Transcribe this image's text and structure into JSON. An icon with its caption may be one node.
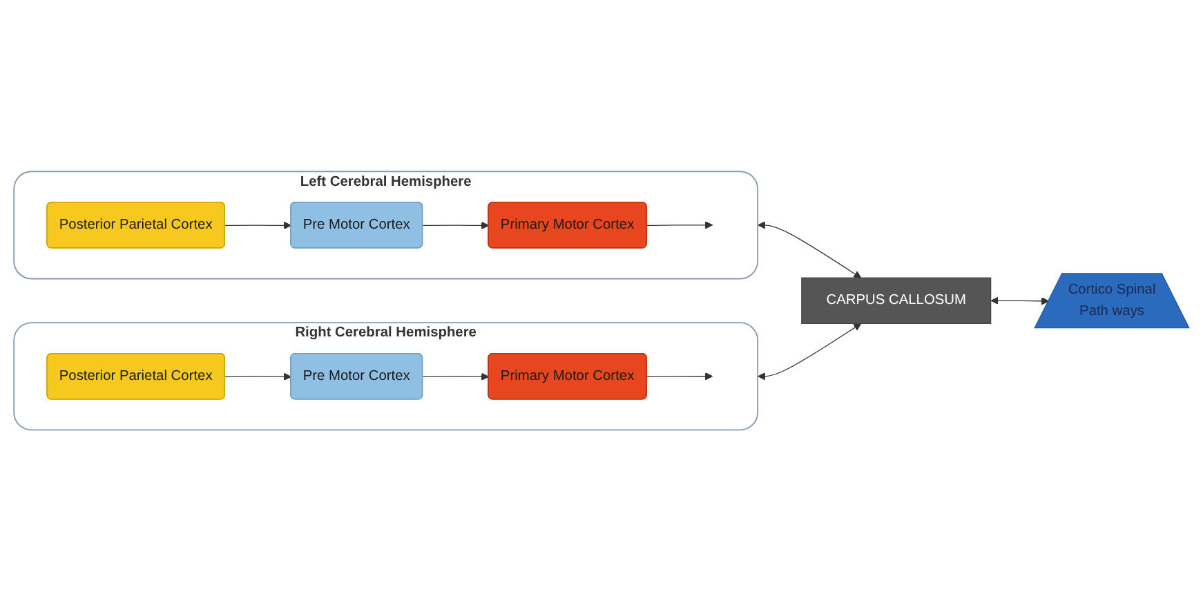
{
  "diagram": {
    "nodes": [
      {
        "text": [
          "Left Cerebral Hemisphere"
        ]
      },
      {
        "text": [
          "Posterior Parietal Cortex"
        ],
        "in": 0
      },
      {
        "text": [
          "Pre Motor Cortex"
        ],
        "in": 0
      },
      {
        "text": [
          "Primary Motor Cortex"
        ],
        "in": 0
      },
      {
        "text": [
          "Right Cerebral Hemisphere"
        ]
      },
      {
        "text": [
          "Posterior Parietal Cortex"
        ],
        "in": 4
      },
      {
        "text": [
          "Pre Motor Cortex"
        ],
        "in": 4
      },
      {
        "text": [
          "Primary Motor Cortex"
        ],
        "in": 4
      },
      {
        "text": [
          "CARPUS CALLOSUM"
        ]
      },
      {
        "text": [
          "Cortico Spinal",
          "Path ways"
        ]
      }
    ],
    "edges": [
      {
        "from": 1,
        "to": 2,
        "arrow": "to"
      },
      {
        "from": 2,
        "to": 3,
        "arrow": "to"
      },
      {
        "from": 3,
        "to": null,
        "arrow": "to"
      },
      {
        "from": 5,
        "to": 6,
        "arrow": "to"
      },
      {
        "from": 6,
        "to": 7,
        "arrow": "to"
      },
      {
        "from": 7,
        "to": null,
        "arrow": "to"
      },
      {
        "from": 0,
        "to": 8,
        "arrow": "both"
      },
      {
        "from": 4,
        "to": 8,
        "arrow": "both"
      },
      {
        "from": 8,
        "to": 9,
        "arrow": "both"
      }
    ]
  }
}
